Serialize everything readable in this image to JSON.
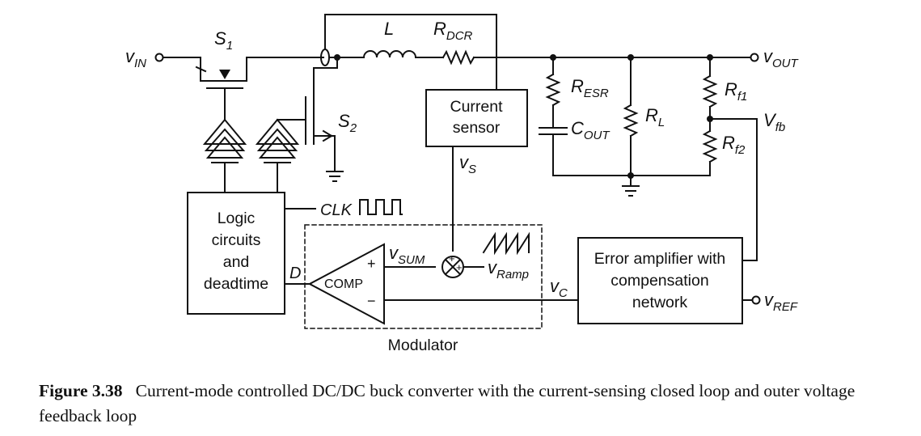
{
  "diagram": {
    "labels": {
      "vin": "v",
      "vin_sub": "IN",
      "s1": "S",
      "s1_sub": "1",
      "s2": "S",
      "s2_sub": "2",
      "l": "L",
      "rdcr": "R",
      "rdcr_sub": "DCR",
      "resr": "R",
      "resr_sub": "ESR",
      "cout": "C",
      "cout_sub": "OUT",
      "rl": "R",
      "rl_sub": "L",
      "rf1": "R",
      "rf1_sub": "f1",
      "rf2": "R",
      "rf2_sub": "f2",
      "vfb": "V",
      "vfb_sub": "fb",
      "vout": "v",
      "vout_sub": "OUT",
      "vref": "v",
      "vref_sub": "REF",
      "vs": "v",
      "vs_sub": "S",
      "vsum": "v",
      "vsum_sub": "SUM",
      "vramp": "v",
      "vramp_sub": "Ramp",
      "vc": "v",
      "vc_sub": "C",
      "clk": "CLK",
      "d": "D",
      "plus": "+",
      "minus": "−"
    },
    "blocks": {
      "current_sensor": [
        "Current",
        "sensor"
      ],
      "logic": [
        "Logic",
        "circuits",
        "and",
        "deadtime"
      ],
      "comp": "COMP",
      "error_amp": [
        "Error amplifier with",
        "compensation",
        "network"
      ],
      "modulator": "Modulator"
    }
  },
  "caption": {
    "figure": "Figure 3.38",
    "text": "Current-mode controlled DC/DC buck converter with the current-sensing closed loop and outer voltage feedback loop"
  }
}
